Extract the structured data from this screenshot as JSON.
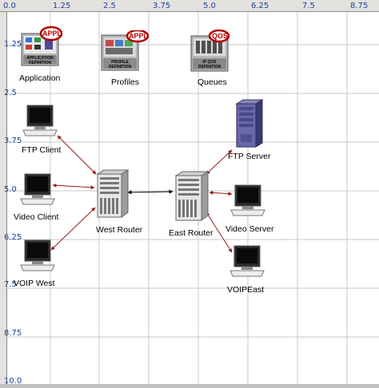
{
  "ruler": {
    "x_ticks": [
      "0.0",
      "1.25",
      "2.5",
      "3.75",
      "5.0",
      "6.25",
      "7.5",
      "8.75"
    ],
    "y_ticks": [
      "1.25",
      "2.5",
      "3.75",
      "5.0",
      "6.25",
      "7.5",
      "8.75",
      "10.0"
    ]
  },
  "config_objects": [
    {
      "label": "Application",
      "badge": "APPL",
      "caption": "APPLICATION DEFINITION"
    },
    {
      "label": "Profiles",
      "badge": "APPL",
      "caption": "PROFILE DEFINITION"
    },
    {
      "label": "Queues",
      "badge": "QOS",
      "caption": "IP QOS DEFINITION"
    }
  ],
  "nodes": {
    "ftp_client": "FTP Client",
    "video_client": "Video Client",
    "voip_west": "VOIP West",
    "west_router": "West Router",
    "east_router": "East Router",
    "ftp_server": "FTP Server",
    "video_server": "Video Server",
    "voip_east": "VOIPEast"
  },
  "colors": {
    "link": "#9b1c1c",
    "router_link": "#000000",
    "grid": "#c8c8c8",
    "badge_ring": "#b00000",
    "ruler_text": "#1f3f9a"
  }
}
